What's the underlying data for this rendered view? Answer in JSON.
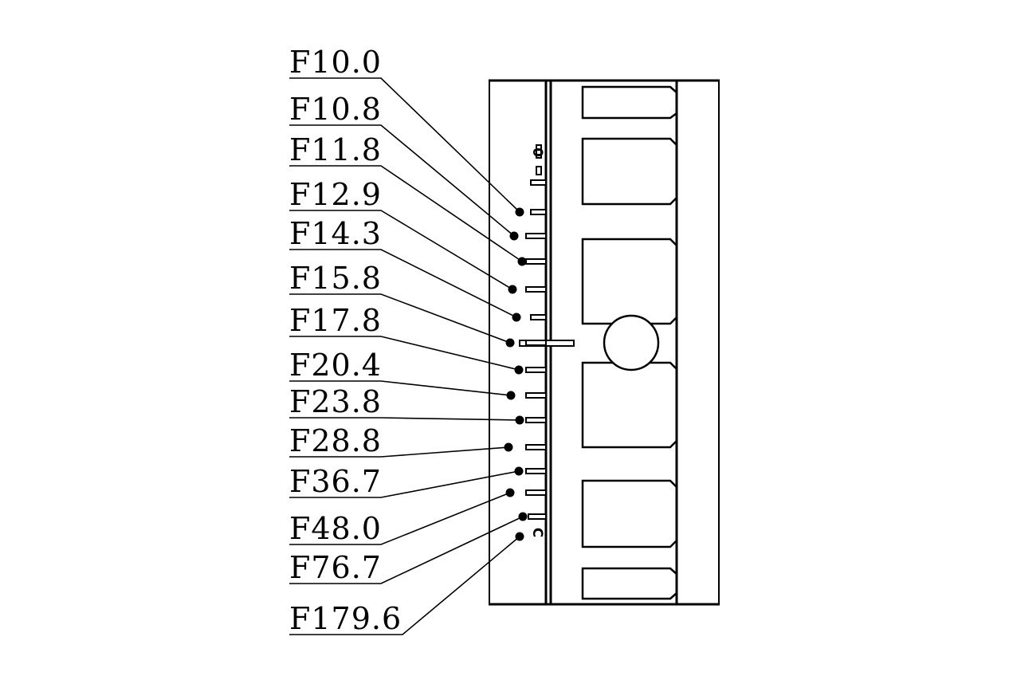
{
  "diagram": {
    "labels": [
      "F10.0",
      "F10.8",
      "F11.8",
      "F12.9",
      "F14.3",
      "F15.8",
      "F17.8",
      "F20.4",
      "F23.8",
      "F28.8",
      "F36.7",
      "F48.0",
      "F76.7",
      "F179.6"
    ],
    "marker_top": "0",
    "marker_bottom": "C"
  }
}
